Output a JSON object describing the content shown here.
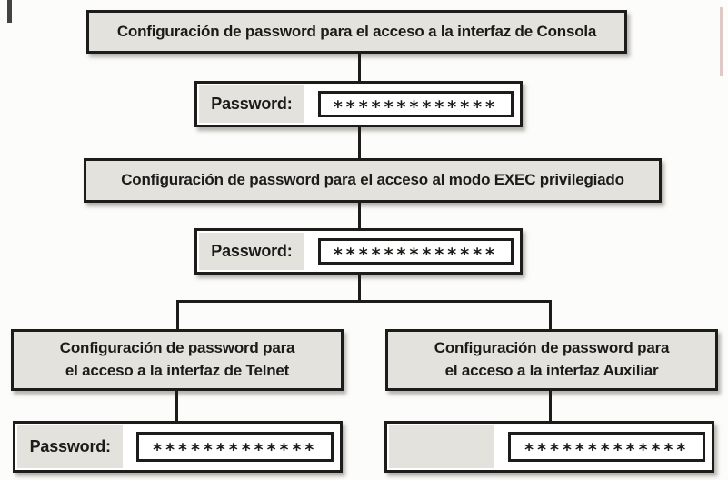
{
  "nodes": {
    "console": {
      "label": "Configuración de password para el acceso a la interfaz de Consola"
    },
    "exec": {
      "label": "Configuración de password para el acceso al modo EXEC privilegiado"
    },
    "telnet": {
      "line1": "Configuración de password para",
      "line2": "el acceso a la interfaz de Telnet"
    },
    "auxiliar": {
      "line1": "Configuración de password para",
      "line2": "el acceso a la interfaz Auxiliar"
    }
  },
  "password_widgets": {
    "console": {
      "label": "Password:",
      "value": "*************"
    },
    "exec": {
      "label": "Password:",
      "value": "*************"
    },
    "telnet": {
      "label": "Password:",
      "value": "*************"
    },
    "auxiliar": {
      "label": "",
      "value": "*************"
    }
  },
  "colors": {
    "background": "#fcfcfa",
    "box_fill": "#e3e2dc",
    "box_border": "#1d1c1a",
    "connector": "#1d1c1a",
    "field_background": "#ffffff",
    "text": "#1c1b19"
  }
}
